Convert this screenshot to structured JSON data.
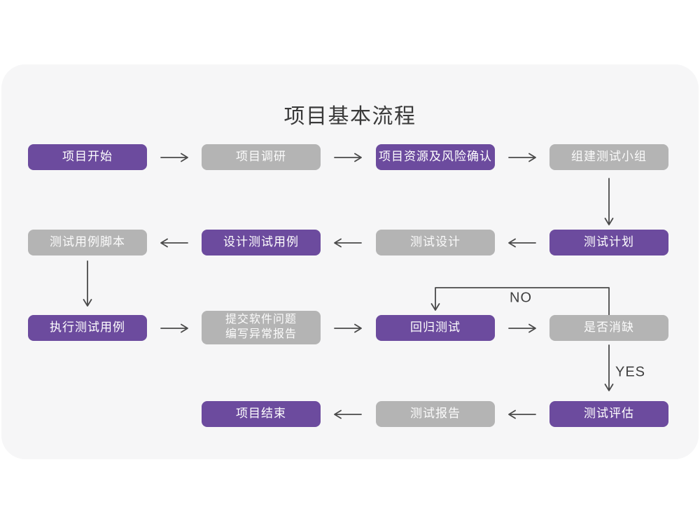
{
  "title": "项目基本流程",
  "colors": {
    "node_purple": "#6C4B9E",
    "node_gray": "#B4B4B4",
    "card_background": "#F6F6F7",
    "page_background": "#FFFFFF",
    "arrow": "#4A4A4A",
    "title_text": "#3A3A3A",
    "node_text": "#FFFFFF"
  },
  "flow": {
    "nodes": [
      {
        "id": "project-start",
        "label": "项目开始",
        "type": "purple"
      },
      {
        "id": "project-research",
        "label": "项目调研",
        "type": "gray"
      },
      {
        "id": "resource-risk",
        "label": "项目资源及风险确认",
        "type": "purple"
      },
      {
        "id": "build-test-team",
        "label": "组建测试小组",
        "type": "gray"
      },
      {
        "id": "test-plan",
        "label": "测试计划",
        "type": "purple"
      },
      {
        "id": "test-design",
        "label": "测试设计",
        "type": "gray"
      },
      {
        "id": "design-test-case",
        "label": "设计测试用例",
        "type": "purple"
      },
      {
        "id": "test-case-script",
        "label": "测试用例脚本",
        "type": "gray"
      },
      {
        "id": "execute-test-case",
        "label": "执行测试用例",
        "type": "purple"
      },
      {
        "id": "submit-issue-report",
        "label_line1": "提交软件问题",
        "label_line2": "编写异常报告",
        "type": "gray"
      },
      {
        "id": "regression-test",
        "label": "回归测试",
        "type": "purple"
      },
      {
        "id": "defect-cleared",
        "label": "是否消缺",
        "type": "gray"
      },
      {
        "id": "test-evaluate",
        "label": "测试评估",
        "type": "purple"
      },
      {
        "id": "test-report",
        "label": "测试报告",
        "type": "gray"
      },
      {
        "id": "project-end",
        "label": "项目结束",
        "type": "purple"
      }
    ],
    "edge_labels": {
      "no": "NO",
      "yes": "YES"
    }
  }
}
